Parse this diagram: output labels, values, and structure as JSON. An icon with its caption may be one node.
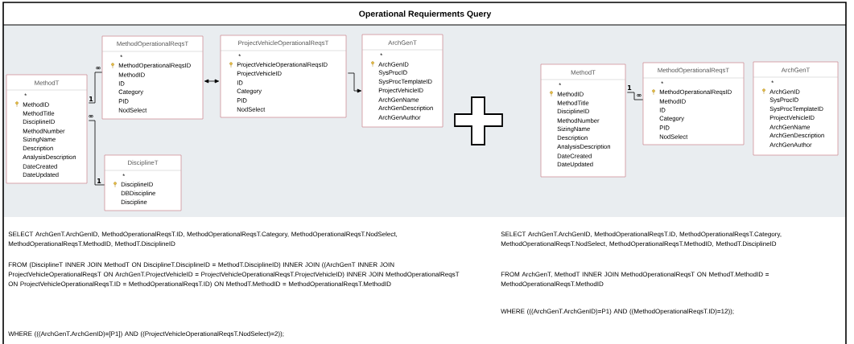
{
  "diagram": {
    "title": "Operational Requierments Query",
    "nodes": [
      {
        "text": [
          "MethodT",
          "*",
          "MethodID",
          "MethodTitle",
          "DisciplineID",
          "MethodNumber",
          "SizingName",
          "Description",
          "AnalysisDescription",
          "DateCreated",
          "DateUpdated"
        ]
      },
      {
        "text": [
          "MethodOperationalReqsT",
          "*",
          "MethodOperationalReqsID",
          "MethodID",
          "ID",
          "Category",
          "PID",
          "NodSelect"
        ]
      },
      {
        "text": [
          "ProjectVehicleOperationalReqsT",
          "*",
          "ProjectVehicleOperationalReqsID",
          "ProjectVehicleID",
          "ID",
          "Category",
          "PID",
          "NodSelect"
        ]
      },
      {
        "text": [
          "ArchGenT",
          "*",
          "ArchGenID",
          "SysProcID",
          "SysProcTemplateID",
          "ProjectVehicleID",
          "ArchGenName",
          "ArchGenDescription",
          "ArchGenAuthor"
        ]
      },
      {
        "text": [
          "DisciplineT",
          "*",
          "DisciplineID",
          "DBDiscipline",
          "Discipline"
        ]
      },
      {
        "text": [
          "MethodT",
          "*",
          "MethodID",
          "MethodTitle",
          "DisciplineID",
          "MethodNumber",
          "SizingName",
          "Description",
          "AnalysisDescription",
          "DateCreated",
          "DateUpdated"
        ]
      },
      {
        "text": [
          "MethodOperationalReqsT",
          "*",
          "MethodOperationalReqsID",
          "MethodID",
          "ID",
          "Category",
          "PID",
          "NodSelect"
        ]
      },
      {
        "text": [
          "ArchGenT",
          "*",
          "ArchGenID",
          "SysProcID",
          "SysProcTemplateID",
          "ProjectVehicleID",
          "ArchGenName",
          "ArchGenDescription",
          "ArchGenAuthor"
        ]
      }
    ],
    "edges": [
      {
        "from": 0,
        "to": 1,
        "arrow": "none"
      },
      {
        "from": 1,
        "to": 2,
        "arrow": "both"
      },
      {
        "from": 2,
        "to": 3,
        "arrow": "to"
      },
      {
        "from": 0,
        "to": 4,
        "arrow": "none"
      },
      {
        "from": 5,
        "to": 6,
        "arrow": "none"
      }
    ],
    "labels": [
      "∞",
      "1",
      "∞",
      "1",
      "1",
      "∞",
      "SELECT ArchGenT.ArchGenID, MethodOperationalReqsT.ID, MethodOperationalReqsT.Category, MethodOperationalReqsT.NodSelect, MethodOperationalReqsT.MethodID, MethodT.DisciplineID",
      "FROM (DisciplineT INNER JOIN MethodT ON DisciplineT.DisciplineID = MethodT.DisciplineID) INNER JOIN ((ArchGenT INNER JOIN ProjectVehicleOperationalReqsT ON ArchGenT.ProjectVehicleID = ProjectVehicleOperationalReqsT.ProjectVehicleID) INNER JOIN MethodOperationalReqsT ON ProjectVehicleOperationalReqsT.ID = MethodOperationalReqsT.ID) ON MethodT.MethodID = MethodOperationalReqsT.MethodID",
      "WHERE (((ArchGenT.ArchGenID)=[P1]) AND ((ProjectVehicleOperationalReqsT.NodSelect)=2));",
      "SELECT ArchGenT.ArchGenID, MethodOperationalReqsT.ID, MethodOperationalReqsT.Category, MethodOperationalReqsT.NodSelect, MethodOperationalReqsT.MethodID, MethodT.DisciplineID",
      "FROM ArchGenT, MethodT INNER JOIN MethodOperationalReqsT ON MethodT.MethodID = MethodOperationalReqsT.MethodID",
      "WHERE (((ArchGenT.ArchGenID)=P1) AND ((MethodOperationalReqsT.ID)=12));"
    ]
  }
}
